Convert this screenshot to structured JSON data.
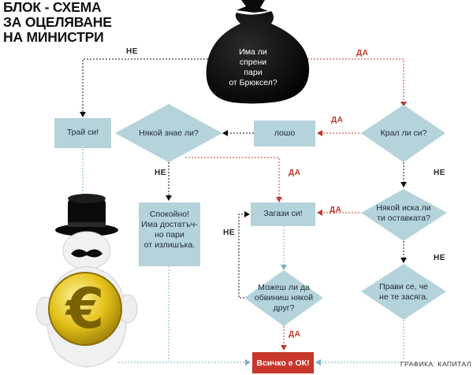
{
  "title_lines": [
    "БЛОК - СХЕМА",
    "ЗА ОЦЕЛЯВАНЕ",
    "НА МИНИСТРИ"
  ],
  "nodes": {
    "bag": [
      "Има ли",
      "спрени",
      "пари",
      "от Брюксел?"
    ],
    "stay": "Трай си!",
    "who_knows": "Някой знае ли?",
    "bad": "лошо",
    "stole": "Крал ли си?",
    "calm": [
      "Спокойно!",
      "Има достатъч-",
      "но пари",
      "от излишъка."
    ],
    "hide": "Загази си!",
    "resign": [
      "Някой иска ли",
      "ти оставката?"
    ],
    "blame": [
      "Можеш ли да",
      "обвиниш някой",
      "друг?"
    ],
    "pretend": [
      "Прави се, че",
      "не те засяга."
    ],
    "ok": "Всичко е ОК!"
  },
  "labels": {
    "no": "НЕ",
    "yes": "ДА"
  },
  "credit": "ГРАФИКА: КАПИТАЛ",
  "colors": {
    "shape_fill": "#b5d3da",
    "ok_fill": "#c8372b",
    "yes_color": "#c0392b",
    "bag_fill": "#0b0b0b",
    "euro_gold": "#e4c21a"
  },
  "icons": [
    "money-bag-icon",
    "euro-mascot-icon"
  ]
}
